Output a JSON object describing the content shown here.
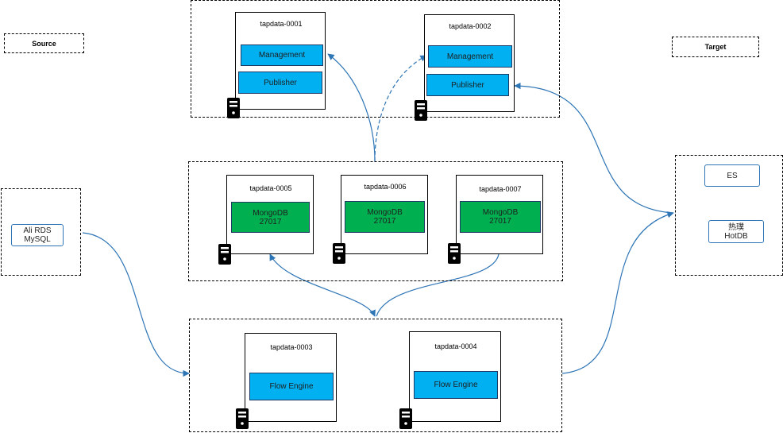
{
  "source_label": "Source",
  "target_label": "Target",
  "colors": {
    "service": "#00B0F0",
    "database": "#00B050",
    "connector": "#2E75B6"
  },
  "icons": {
    "server": "server-icon"
  },
  "nodes": {
    "n1": {
      "name": "tapdata-0001",
      "services": [
        "Management",
        "Publisher"
      ]
    },
    "n2": {
      "name": "tapdata-0002",
      "services": [
        "Management",
        "Publisher"
      ]
    },
    "n3": {
      "name": "tapdata-0003",
      "services": [
        "Flow Engine"
      ]
    },
    "n4": {
      "name": "tapdata-0004",
      "services": [
        "Flow Engine"
      ]
    },
    "n5": {
      "name": "tapdata-0005",
      "db": [
        "MongoDB",
        "27017"
      ]
    },
    "n6": {
      "name": "tapdata-0006",
      "db": [
        "MongoDB",
        "27017"
      ]
    },
    "n7": {
      "name": "tapdata-0007",
      "db": [
        "MongoDB",
        "27017"
      ]
    }
  },
  "source_db": [
    "Ali RDS",
    "MySQL"
  ],
  "target_dbs": {
    "es": "ES",
    "hotdb": [
      "热璞",
      "HotDB"
    ]
  }
}
